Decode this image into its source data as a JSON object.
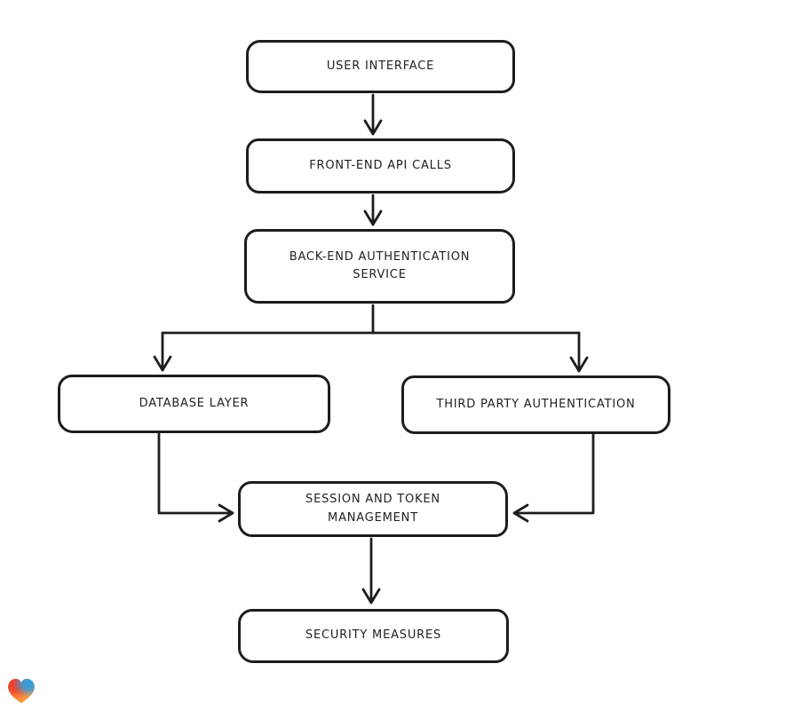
{
  "page": {
    "background_color": "#ffffff"
  },
  "diagram": {
    "type": "flowchart",
    "style": "hand-drawn",
    "stroke_color": "#1d1d1d",
    "node_fill_color": "#ffffff",
    "nodes": [
      {
        "id": "user-interface",
        "label": "USER INTERFACE"
      },
      {
        "id": "front-end-api-calls",
        "label": "FRONT-END API CALLS"
      },
      {
        "id": "back-end-authentication-service",
        "label": "BACK-END AUTHENTICATION\nSERVICE"
      },
      {
        "id": "database-layer",
        "label": "DATABASE LAYER"
      },
      {
        "id": "third-party-authentication",
        "label": "THIRD PARTY AUTHENTICATION"
      },
      {
        "id": "session-and-token-management",
        "label": "SESSION AND TOKEN\nMANAGEMENT"
      },
      {
        "id": "security-measures",
        "label": "SECURITY MEASURES"
      }
    ],
    "edges": [
      {
        "from": "user-interface",
        "to": "front-end-api-calls"
      },
      {
        "from": "front-end-api-calls",
        "to": "back-end-authentication-service"
      },
      {
        "from": "back-end-authentication-service",
        "to": "database-layer"
      },
      {
        "from": "back-end-authentication-service",
        "to": "third-party-authentication"
      },
      {
        "from": "database-layer",
        "to": "session-and-token-management"
      },
      {
        "from": "third-party-authentication",
        "to": "session-and-token-management"
      },
      {
        "from": "session-and-token-management",
        "to": "security-measures"
      }
    ]
  },
  "watermark": {
    "icon": "gradient-heart-icon",
    "colors": {
      "red": "#ee3b2f",
      "orange": "#ff9b3d",
      "blue": "#2f9fe0"
    }
  }
}
